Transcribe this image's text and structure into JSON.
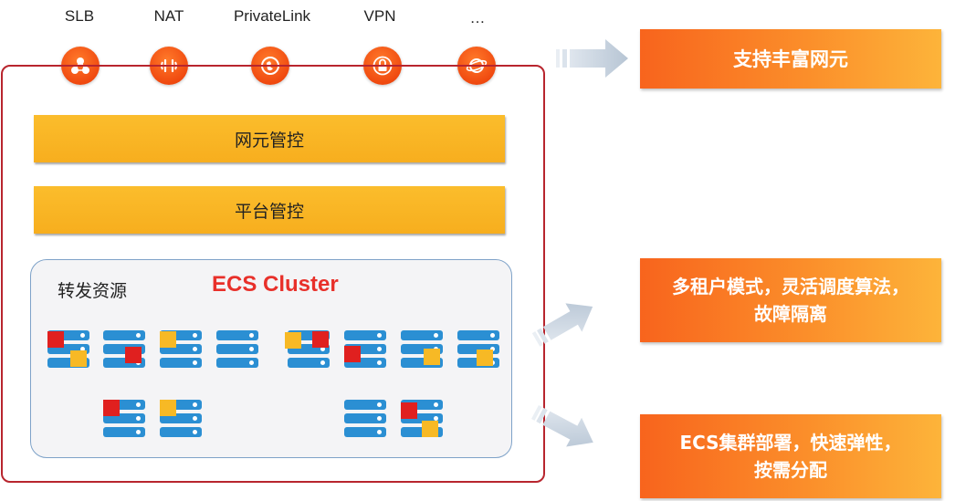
{
  "network_elements": [
    {
      "label": "SLB",
      "icon": "cluster-nodes-icon"
    },
    {
      "label": "NAT",
      "icon": "nat-gateway-icon"
    },
    {
      "label": "PrivateLink",
      "icon": "private-link-icon"
    },
    {
      "label": "VPN",
      "icon": "vpn-lock-icon"
    },
    {
      "label": "…",
      "icon": "globe-ring-icon"
    }
  ],
  "layers": {
    "network_control": "网元管控",
    "platform_control": "平台管控"
  },
  "cluster": {
    "resource_label": "转发资源",
    "title": "ECS Cluster"
  },
  "callouts": [
    {
      "text": "支持丰富网元"
    },
    {
      "text": "多租户模式，灵活调度算法，\n故障隔离"
    },
    {
      "text": "ECS集群部署，快速弹性，\n按需分配"
    }
  ],
  "colors": {
    "accent_orange": "#f04a10",
    "bar_yellow": "#fbbd2c",
    "frame_red": "#b8252e",
    "server_blue": "#2b8fd3",
    "title_red": "#e8302a"
  }
}
